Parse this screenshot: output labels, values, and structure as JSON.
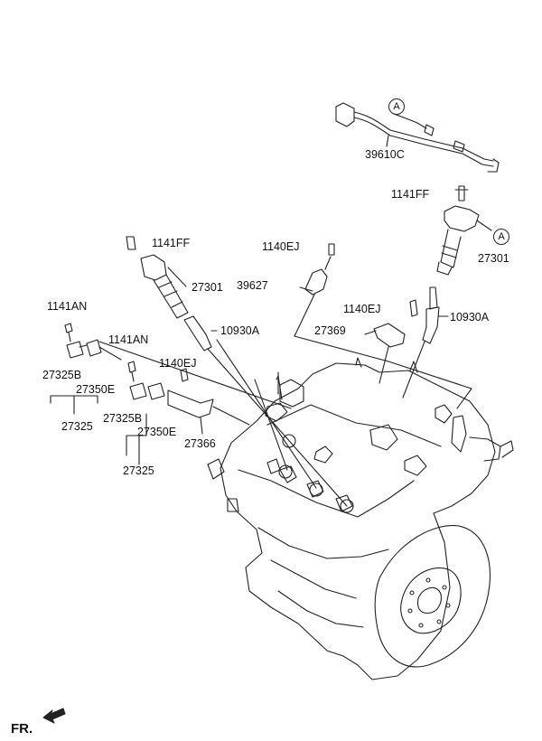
{
  "labels": {
    "harness": "39610C",
    "bolt_right_coil": "1141FF",
    "coil_right": "27301",
    "bolt_left_coil": "1141FF",
    "bracket_bolt_top": "1140EJ",
    "coil_left": "27301",
    "bracket_39627": "39627",
    "bolt_right_bracket": "1140EJ",
    "plug_right": "10930A",
    "bracket_27369": "27369",
    "plug_left": "10930A",
    "bolt_left_1": "1141AN",
    "bolt_left_2": "1141AN",
    "bolt_left_bracket": "1140EJ",
    "sensor_1_b": "27325B",
    "sensor_1_e": "27350E",
    "sensor_1_group": "27325",
    "sensor_2_b": "27325B",
    "sensor_2_e": "27350E",
    "sensor_2_group": "27325",
    "bracket_27366": "27366"
  },
  "refs": {
    "connector_top": "A",
    "connector_coil": "A"
  },
  "orientation": "FR."
}
